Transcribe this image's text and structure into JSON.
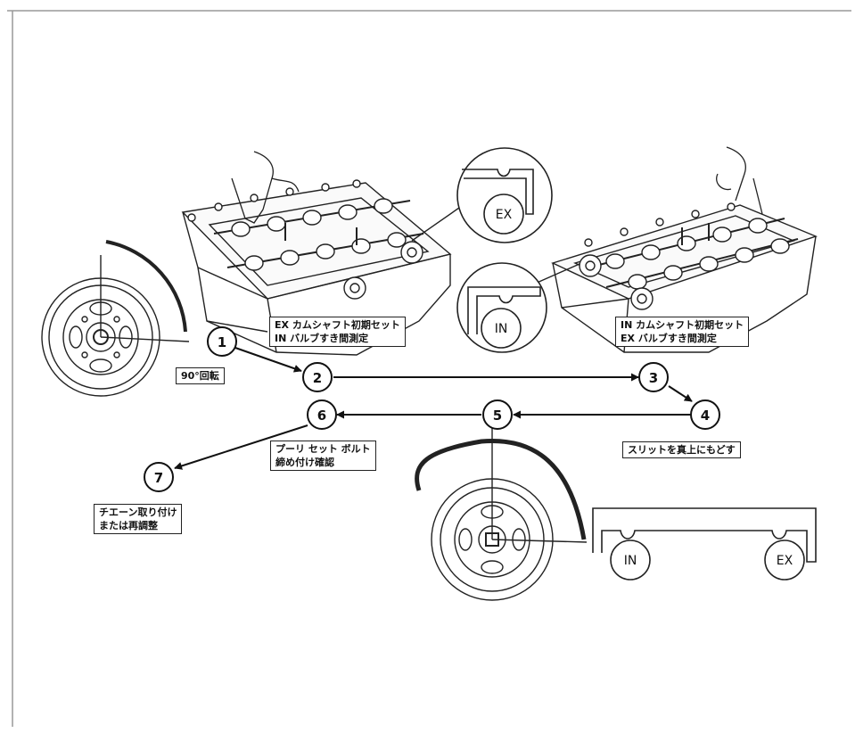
{
  "steps": [
    {
      "number": "1",
      "note": "90°回転"
    },
    {
      "number": "2"
    },
    {
      "number": "3"
    },
    {
      "number": "4",
      "note": "スリットを真上にもどす"
    },
    {
      "number": "5"
    },
    {
      "number": "6",
      "note_lines": [
        "プーリ セット ボルト",
        "締め付け確認"
      ]
    },
    {
      "number": "7",
      "note_lines": [
        "チエーン取り付け",
        "または再調整"
      ]
    }
  ],
  "left_engine": {
    "inset_label": "EX",
    "caption_lines": [
      "EX カムシャフト初期セット",
      "IN バルブすき間測定"
    ]
  },
  "right_engine": {
    "inset_label": "IN",
    "caption_lines": [
      "IN カムシャフト初期セット",
      "EX バルブすき間測定"
    ]
  },
  "cam_slot_gauge": {
    "left_label": "IN",
    "right_label": "EX"
  }
}
